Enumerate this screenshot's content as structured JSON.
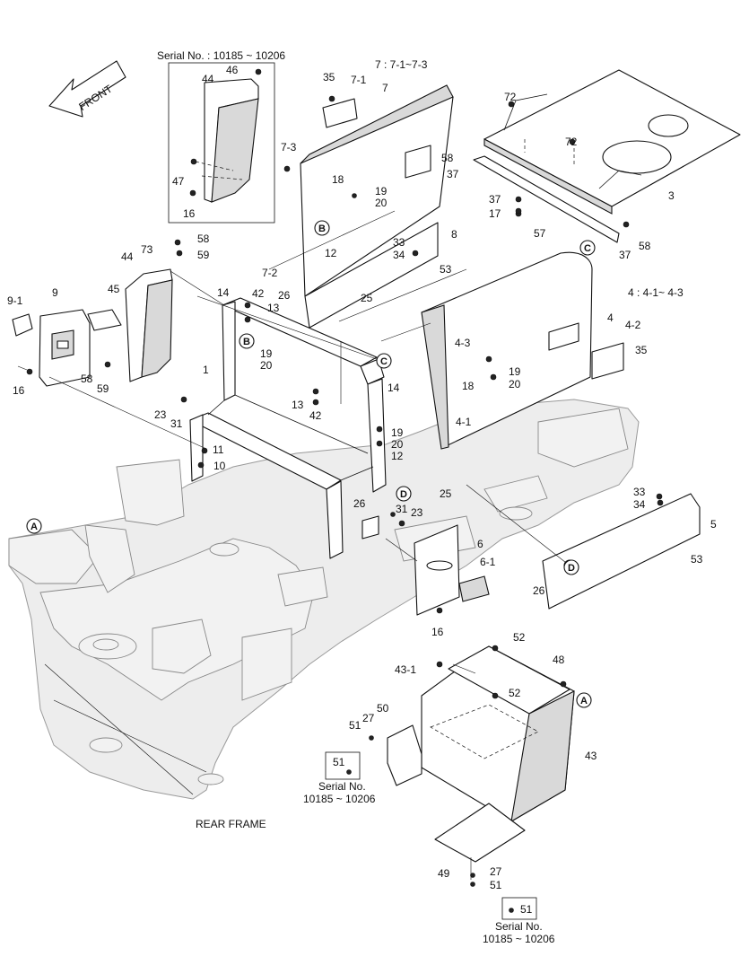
{
  "diagram": {
    "kind": "exploded parts diagram",
    "direction_label": "FRONT",
    "section_label": "REAR FRAME",
    "group_notes": {
      "group7": "7 : 7-1~7-3",
      "group4": "4 : 4-1~ 4-3"
    },
    "serial_range_title": "Serial No. : 10185 ~ 10206",
    "serial_label": "Serial No.",
    "serial_range": "10185 ~ 10206",
    "serial_part": "51",
    "markers": [
      "A",
      "B",
      "C",
      "D"
    ],
    "callouts": {
      "c1": "1",
      "c3": "3",
      "c4": "4",
      "c4_1": "4-1",
      "c4_2": "4-2",
      "c4_3": "4-3",
      "c5": "5",
      "c6": "6",
      "c6_1": "6-1",
      "c7": "7",
      "c7_1": "7-1",
      "c7_2": "7-2",
      "c7_3": "7-3",
      "c8": "8",
      "c9": "9",
      "c9_1": "9-1",
      "c10": "10",
      "c11": "11",
      "c12a": "12",
      "c12b": "12",
      "c13a": "13",
      "c13b": "13",
      "c14a": "14",
      "c14b": "14",
      "c16a": "16",
      "c16b": "16",
      "c16c": "16",
      "c17": "17",
      "c18a": "18",
      "c18b": "18",
      "c19a": "19",
      "c19b": "19",
      "c19c": "19",
      "c19d": "19",
      "c20a": "20",
      "c20b": "20",
      "c20c": "20",
      "c20d": "20",
      "c23a": "23",
      "c23b": "23",
      "c25a": "25",
      "c25b": "25",
      "c26a": "26",
      "c26b": "26",
      "c26c": "26",
      "c27a": "27",
      "c27b": "27",
      "c31a": "31",
      "c31b": "31",
      "c33a": "33",
      "c33b": "33",
      "c34a": "34",
      "c34b": "34",
      "c35a": "35",
      "c35b": "35",
      "c37a": "37",
      "c37b": "37",
      "c37c": "37",
      "c42a": "42",
      "c42b": "42",
      "c43": "43",
      "c43_1": "43-1",
      "c44a": "44",
      "c44b": "44",
      "c45": "45",
      "c46": "46",
      "c47": "47",
      "c48": "48",
      "c49": "49",
      "c50": "50",
      "c51a": "51",
      "c51b": "51",
      "c52a": "52",
      "c52b": "52",
      "c53a": "53",
      "c53b": "53",
      "c57": "57",
      "c58a": "58",
      "c58b": "58",
      "c58c": "58",
      "c58d": "58",
      "c59a": "59",
      "c59b": "59",
      "c72a": "72",
      "c72b": "72",
      "c73": "73"
    }
  }
}
